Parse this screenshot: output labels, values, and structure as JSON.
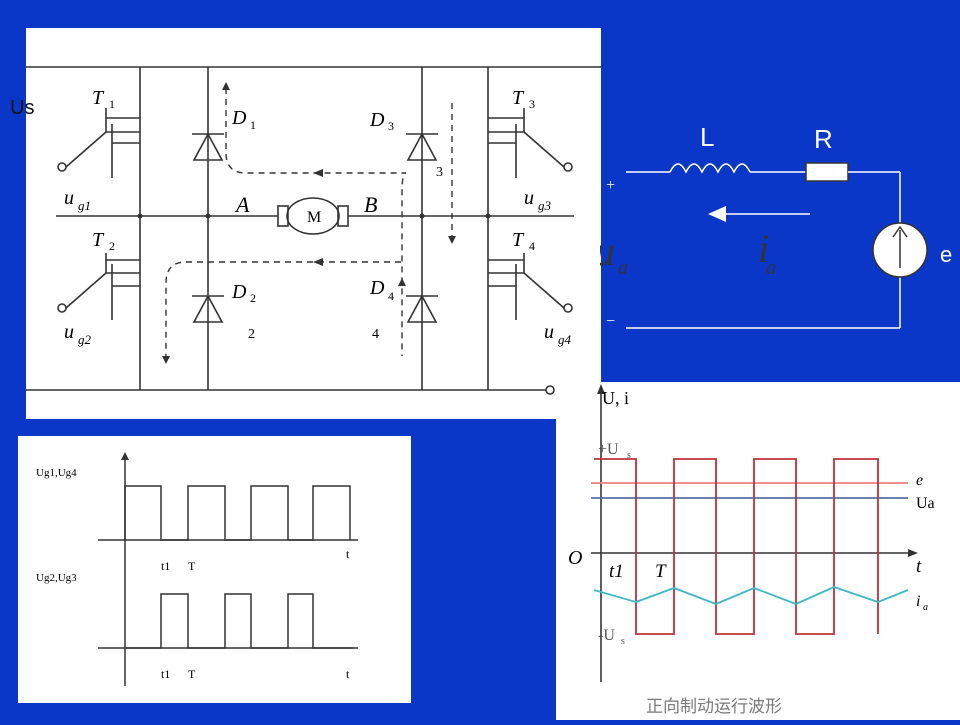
{
  "bridge": {
    "us_label": "Us",
    "transistors": [
      "T",
      "T",
      "T",
      "T"
    ],
    "transistor_subs": [
      "1",
      "2",
      "3",
      "4"
    ],
    "diodes": [
      "D",
      "D",
      "D",
      "D"
    ],
    "diode_subs": [
      "1",
      "2",
      "3",
      "4"
    ],
    "gate_labels": [
      "u",
      "u",
      "u",
      "u"
    ],
    "gate_subs": [
      "g1",
      "g2",
      "g3",
      "g4"
    ],
    "node_a": "A",
    "node_b": "B",
    "motor": "M",
    "path_numbers": [
      "3",
      "2",
      "4"
    ]
  },
  "equivalent_circuit": {
    "inductor": "L",
    "resistor": "R",
    "emf": "e",
    "voltage_symbol": "u",
    "voltage_sub": "a",
    "current_symbol": "i",
    "current_sub": "a",
    "plus": "+",
    "minus": "−"
  },
  "gate_waveforms": {
    "top_label": "Ug1,Ug4",
    "bottom_label": "Ug2,Ug3",
    "ticks": [
      "t1",
      "T"
    ],
    "axis_t": "t"
  },
  "waveform_chart": {
    "y_axis_label": "U, i",
    "plus_us": "+U",
    "minus_us": "-U",
    "us_sub": "s",
    "origin": "O",
    "t1": "t1",
    "T": "T",
    "t_axis": "t",
    "e_label": "e",
    "ua_label": "Ua",
    "ia_label": "i",
    "ia_sub": "a",
    "caption": "正向制动运行波形",
    "colors": {
      "voltage": "#c0303a",
      "e": "#f08080",
      "ua": "#5a6fa8",
      "ia": "#3cb8c8"
    }
  },
  "chart_data": {
    "type": "line",
    "title": "正向制动运行波形",
    "xlabel": "t",
    "ylabel": "U, i",
    "x_ticks": [
      "t1",
      "T"
    ],
    "series": [
      {
        "name": "",
        "values": [
          "+Us",
          "-Us",
          "+Us",
          "-Us",
          "+Us",
          "-Us",
          "+Us",
          "-Us"
        ]
      },
      {
        "name": "e",
        "values": [
          "const"
        ]
      },
      {
        "name": "Ua",
        "values": [
          "const"
        ]
      },
      {
        "name": "ia",
        "values": [
          "ripple"
        ]
      }
    ]
  }
}
